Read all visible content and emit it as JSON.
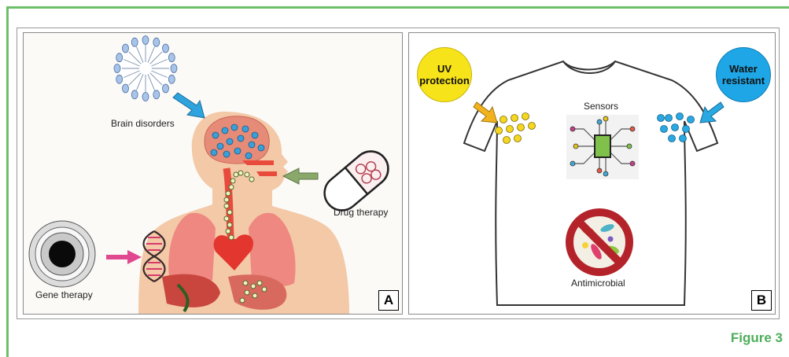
{
  "panel_a": {
    "labels": {
      "brain": "Brain disorders",
      "drug": "Drug therapy",
      "gene": "Gene therapy"
    },
    "letter": "A"
  },
  "panel_b": {
    "labels": {
      "uv": "UV\nprotection",
      "water": "Water\nresistant",
      "sensors": "Sensors",
      "antimicrobial": "Antimicrobial"
    },
    "letter": "B"
  },
  "caption": "Figure 3",
  "colors": {
    "frame": "#6cc06a",
    "caption": "#4cae5a",
    "uv_circle": "#f7e319",
    "water_circle": "#1ea6e6",
    "no_sign": "#b4232a"
  }
}
